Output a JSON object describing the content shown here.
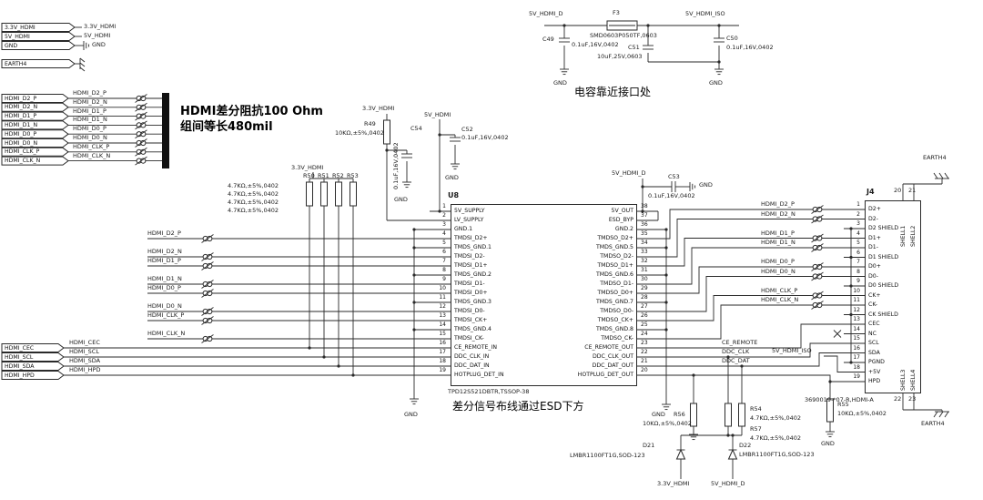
{
  "sheet": {
    "notes": {
      "impedance1": "HDMI差分阻抗100 Ohm",
      "impedance2": "组间等长480mil",
      "cap_near_port": "电容靠近接口处",
      "esd_routing": "差分信号布线通过ESD下方"
    },
    "power_ports": [
      "3.3V_HDMI",
      "5V_HDMI",
      "GND",
      "EARTH4"
    ],
    "hdmi_nets": [
      "HDMI_D2_P",
      "HDMI_D2_N",
      "HDMI_D1_P",
      "HDMI_D1_N",
      "HDMI_D0_P",
      "HDMI_D0_N",
      "HDMI_CLK_P",
      "HDMI_CLK_N"
    ],
    "control_nets": [
      "HDMI_CEC",
      "HDMI_SCL",
      "HDMI_SDA",
      "HDMI_HPD"
    ],
    "labels": {
      "pwr_3v3_top": "3.3V_HDMI",
      "pwr_5v_top": "5V_HDMI",
      "pwr_gnd_top": "GND",
      "lbl_3v3_r49": "3.3V_HDMI",
      "lbl_r49": "R49",
      "val_r49": "10KΩ,±5%,0402",
      "lbl_c54": "C54",
      "val_c54": "0.1uF,16V,0402",
      "gnd_c54": "GND",
      "lbl_5v_c52": "5V_HDMI",
      "lbl_c52": "C52",
      "val_c52": "0.1uF,16V,0402",
      "gnd_c52": "GND",
      "lbl_3v3_pu": "3.3V_HDMI",
      "lbl_r50": "R50",
      "lbl_r51": "R51",
      "lbl_r52": "R52",
      "lbl_r53": "R53",
      "val_r50": "4.7KΩ,±5%,0402",
      "val_r51": "4.7KΩ,±5%,0402",
      "val_r52": "4.7KΩ,±5%,0402",
      "val_r53": "4.7KΩ,±5%,0402",
      "u8_ref": "U8",
      "u8_part": "TPD12S521DBTR,TSSOP-38",
      "gnd_u8_left": "GND",
      "lbl_5vd_u8": "5V_HDMI_D",
      "lbl_c53": "C53",
      "val_c53": "0.1uF,16V,0402",
      "gnd_c53": "GND",
      "top_5vd": "5V_HDMI_D",
      "top_f3": "F3",
      "top_f3_val": "SMD0603P050TF,0603",
      "top_5viso": "5V_HDMI_ISO",
      "lbl_c49": "C49",
      "val_c49": "0.1uF,16V,0402",
      "gnd_c49": "GND",
      "lbl_c51": "C51",
      "val_c51": "10uF,25V,0603",
      "lbl_c50": "C50",
      "val_c50": "0.1uF,16V,0402",
      "gnd_c50": "GND",
      "gnd_u8_right": "GND",
      "lbl_r56": "R56",
      "val_r56": "10KΩ,±5%,0402",
      "lbl_r54": "R54",
      "val_r54": "4.7KΩ,±5%,0402",
      "lbl_r57": "R57",
      "val_r57": "4.7KΩ,±5%,0402",
      "lbl_r55": "R55",
      "val_r55": "10KΩ,±5%,0402",
      "gnd_r55": "GND",
      "lbl_d21": "D21",
      "val_d21": "LMBR1100FT1G,SOD-123",
      "lbl_d22": "D22",
      "val_d22": "LMBR1100FT1G,SOD-123",
      "bot_3v3": "3.3V_HDMI",
      "bot_5vd": "5V_HDMI_D",
      "j4_ref": "J4",
      "j4_part": "3690019-*07-R,HDMI-A",
      "earth_top": "EARTH4",
      "earth_bot": "EARTH4",
      "num20": "20",
      "num21": "21",
      "num22": "22",
      "num23": "23",
      "shell1": "SHELL1",
      "shell2": "SHELL2",
      "shell3": "SHELL3",
      "shell4": "SHELL4",
      "lbl_ce": "CE_REMOTE",
      "lbl_ddc_clk": "DDC_CLK",
      "lbl_ddc_dat": "DDC_DAT",
      "lbl_5viso_j4": "5V_HDMI_ISO"
    },
    "u8": {
      "ref": "U8",
      "part": "TPD12S521DBTR,TSSOP-38",
      "left_pins": [
        {
          "n": 1,
          "name": "5V_SUPPLY"
        },
        {
          "n": 2,
          "name": "LV_SUPPLY"
        },
        {
          "n": 3,
          "name": "GND.1"
        },
        {
          "n": 4,
          "name": "TMDSI_D2+"
        },
        {
          "n": 5,
          "name": "TMDS_GND.1"
        },
        {
          "n": 6,
          "name": "TMDSI_D2-"
        },
        {
          "n": 7,
          "name": "TMDSI_D1+"
        },
        {
          "n": 8,
          "name": "TMDS_GND.2"
        },
        {
          "n": 9,
          "name": "TMDSI_D1-"
        },
        {
          "n": 10,
          "name": "TMDSI_D0+"
        },
        {
          "n": 11,
          "name": "TMDS_GND.3"
        },
        {
          "n": 12,
          "name": "TMDSI_D0-"
        },
        {
          "n": 13,
          "name": "TMDSI_CK+"
        },
        {
          "n": 14,
          "name": "TMDS_GND.4"
        },
        {
          "n": 15,
          "name": "TMDSI_CK-"
        },
        {
          "n": 16,
          "name": "CE_REMOTE_IN"
        },
        {
          "n": 17,
          "name": "DDC_CLK_IN"
        },
        {
          "n": 18,
          "name": "DDC_DAT_IN"
        },
        {
          "n": 19,
          "name": "HOTPLUG_DET_IN"
        }
      ],
      "right_pins": [
        {
          "n": 38,
          "name": "5V_OUT"
        },
        {
          "n": 37,
          "name": "ESD_BYP"
        },
        {
          "n": 36,
          "name": "GND.2"
        },
        {
          "n": 35,
          "name": "TMDSO_D2+"
        },
        {
          "n": 34,
          "name": "TMDS_GND.5"
        },
        {
          "n": 33,
          "name": "TMDSO_D2-"
        },
        {
          "n": 32,
          "name": "TMDSO_D1+"
        },
        {
          "n": 31,
          "name": "TMDS_GND.6"
        },
        {
          "n": 30,
          "name": "TMDSO_D1-"
        },
        {
          "n": 29,
          "name": "TMDSO_D0+"
        },
        {
          "n": 28,
          "name": "TMDS_GND.7"
        },
        {
          "n": 27,
          "name": "TMDSO_D0-"
        },
        {
          "n": 26,
          "name": "TMDSO_CK+"
        },
        {
          "n": 25,
          "name": "TMDS_GND.8"
        },
        {
          "n": 24,
          "name": "TMDSO_CK-"
        },
        {
          "n": 23,
          "name": "CE_REMOTE_OUT"
        },
        {
          "n": 22,
          "name": "DDC_CLK_OUT"
        },
        {
          "n": 21,
          "name": "DDC_DAT_OUT"
        },
        {
          "n": 20,
          "name": "HOTPLUG_DET_OUT"
        }
      ]
    },
    "j4": {
      "ref": "J4",
      "part": "3690019-*07-R,HDMI-A",
      "pins": [
        {
          "n": 1,
          "name": "D2+"
        },
        {
          "n": 2,
          "name": "D2-"
        },
        {
          "n": 3,
          "name": "D2 SHIELD"
        },
        {
          "n": 4,
          "name": "D1+"
        },
        {
          "n": 5,
          "name": "D1-"
        },
        {
          "n": 6,
          "name": "D1 SHIELD"
        },
        {
          "n": 7,
          "name": "D0+"
        },
        {
          "n": 8,
          "name": "D0-"
        },
        {
          "n": 9,
          "name": "D0 SHIELD"
        },
        {
          "n": 10,
          "name": "CK+"
        },
        {
          "n": 11,
          "name": "CK-"
        },
        {
          "n": 12,
          "name": "CK SHIELD"
        },
        {
          "n": 13,
          "name": "CEC"
        },
        {
          "n": 14,
          "name": "NC"
        },
        {
          "n": 15,
          "name": "SCL"
        },
        {
          "n": 16,
          "name": "SDA"
        },
        {
          "n": 17,
          "name": "PGND"
        },
        {
          "n": 18,
          "name": "+5V"
        },
        {
          "n": 19,
          "name": "HPD"
        }
      ],
      "shell_pins": [
        {
          "n": 20,
          "name": "SHELL1"
        },
        {
          "n": 21,
          "name": "SHELL2"
        },
        {
          "n": 22,
          "name": "SHELL3"
        },
        {
          "n": 23,
          "name": "SHELL4"
        }
      ]
    }
  }
}
